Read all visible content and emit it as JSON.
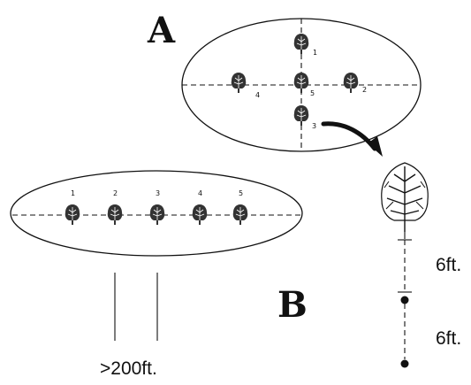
{
  "panel_a": {
    "label": "A",
    "tree_labels": [
      "1",
      "2",
      "3",
      "4",
      "5"
    ]
  },
  "panel_b": {
    "label": "B",
    "tree_labels": [
      "1",
      "2",
      "3",
      "4",
      "5"
    ],
    "distance_label": ">200ft."
  },
  "detail": {
    "spacing_upper": "6ft.",
    "spacing_lower": "6ft."
  },
  "icons": {
    "tree": "tree-icon",
    "arrow": "curved-arrow-icon",
    "large_tree": "tree-icon-large"
  },
  "colors": {
    "ink": "#111111",
    "background": "#ffffff"
  }
}
